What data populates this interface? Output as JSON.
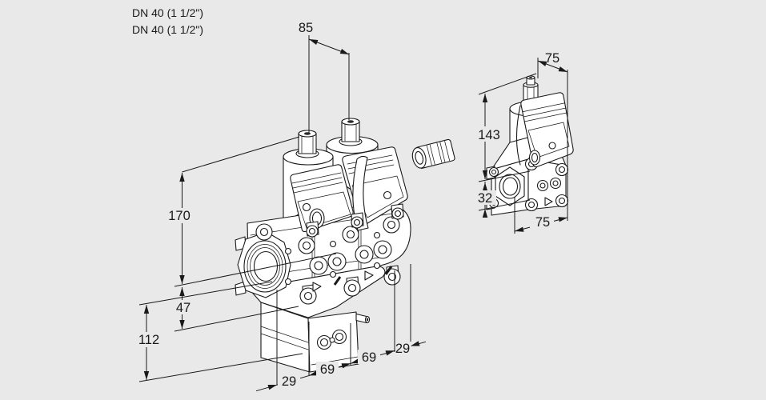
{
  "colors": {
    "background": "#e9e9e9",
    "ink": "#1a1a1a"
  },
  "connection_labels": {
    "line1": "DN 40 (1 1/2\")",
    "line2": "DN 40 (1 1/2\")"
  },
  "main_valve": {
    "dim_solenoid_spacing": "85",
    "dim_height_overall": "170",
    "dim_axis_to_body_base": "47",
    "dim_axis_to_bottom": "112",
    "dim_bottom_chain": [
      "29",
      "69",
      "69",
      "29"
    ]
  },
  "side_valve": {
    "dim_top_width": "75",
    "dim_height": "143",
    "dim_axis_to_bottom": "32",
    "dim_body_width": "75"
  }
}
